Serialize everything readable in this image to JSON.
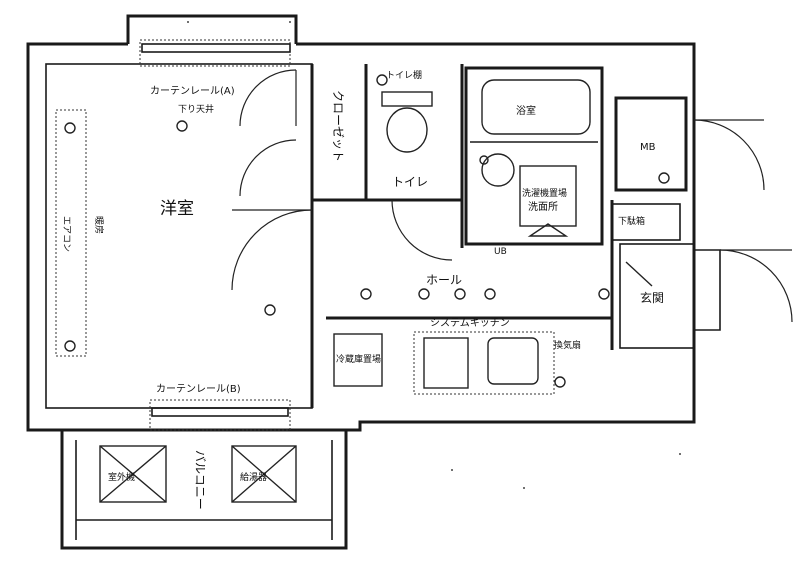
{
  "rooms": {
    "western_room": "洋室",
    "closet": "クローゼット",
    "toilet": "トイレ",
    "bath": "浴室",
    "washroom": "洗面所",
    "hall": "ホール",
    "entrance": "玄関",
    "balcony": "バルコニー"
  },
  "labels": {
    "curtain_rail_top": "カーテンレール(A)",
    "hanging_cabinet": "下り天井",
    "curtain_rail_bottom": "カーテンレール(B)",
    "towel_shelf": "トイレ棚",
    "system_kitchen": "システムキッチン",
    "fridge": "冷蔵庫置場",
    "washer": "洗濯機置場",
    "shoe_box": "下駄箱",
    "meter": "MB",
    "ac_unit": "エアコン",
    "hot_water": "給湯器",
    "outdoor_unit": "室外機",
    "unit_bath": "UB",
    "ventilation": "換気扇",
    "heater": "暖房"
  }
}
